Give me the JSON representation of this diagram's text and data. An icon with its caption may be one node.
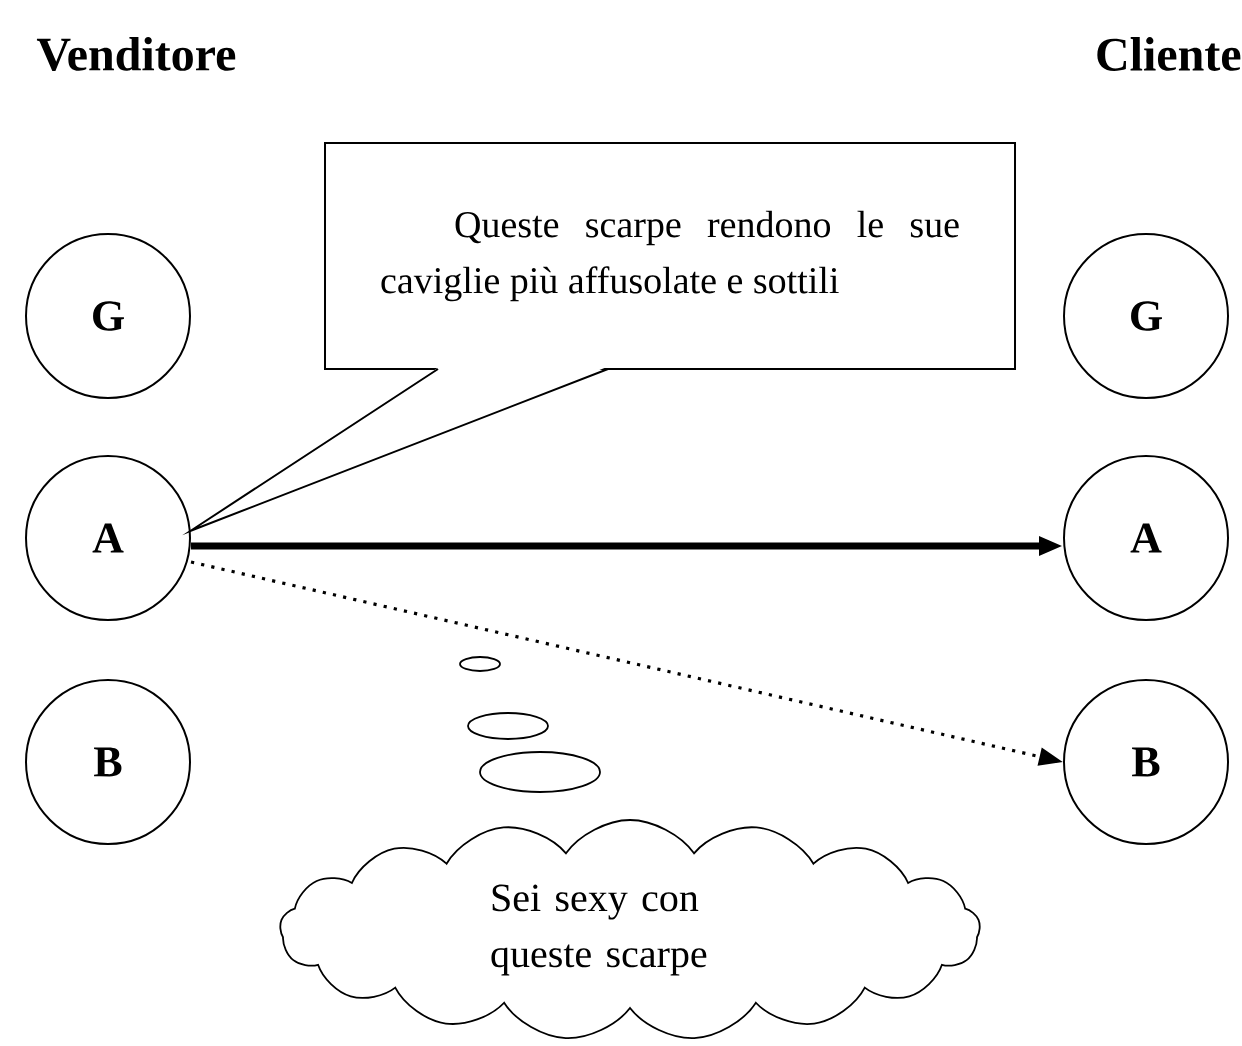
{
  "diagram": {
    "nodes": [
      {
        "text": [
          "G"
        ]
      },
      {
        "text": [
          "A"
        ]
      },
      {
        "text": [
          "B"
        ]
      },
      {
        "text": [
          "G"
        ]
      },
      {
        "text": [
          "A"
        ]
      },
      {
        "text": [
          "B"
        ]
      },
      {
        "text": [
          "Queste scarpe rendono le sue caviglie più affusolate e sottili"
        ]
      },
      {
        "text": [
          "Sei sexy con queste scarpe"
        ]
      }
    ],
    "edges": [
      {
        "from": 1,
        "to": 4,
        "arrow": "to",
        "style": "thick"
      },
      {
        "from": 1,
        "to": 5,
        "arrow": "to",
        "style": "dashed"
      },
      {
        "from": 6,
        "to": 1,
        "arrow": "none"
      }
    ],
    "labels": [
      "Venditore",
      "Cliente"
    ]
  }
}
